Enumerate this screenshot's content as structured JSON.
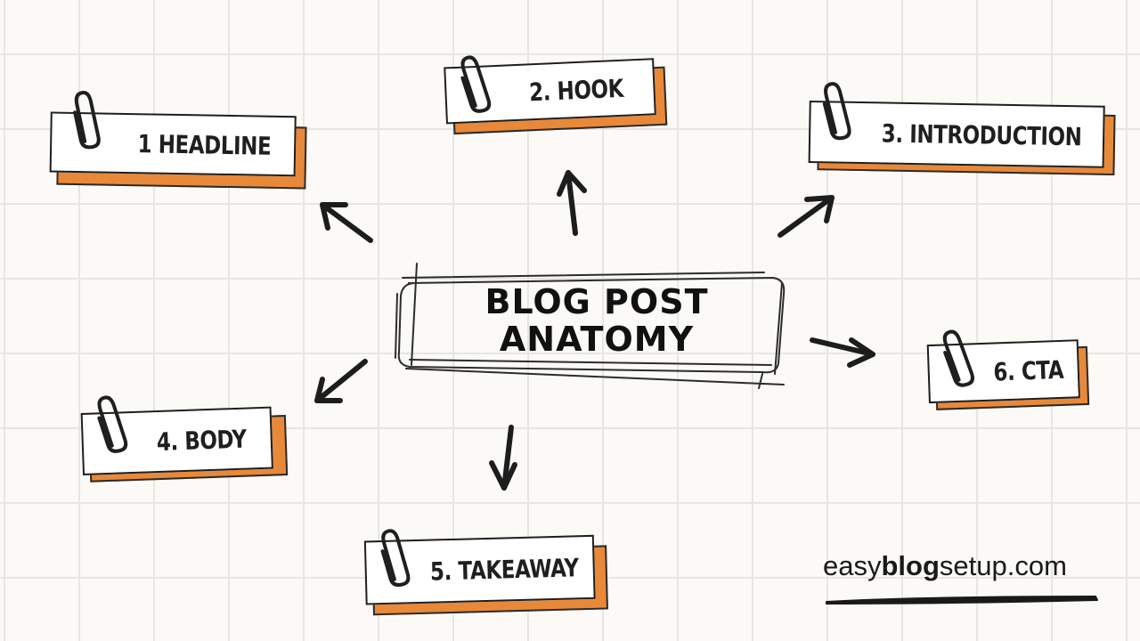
{
  "title": {
    "line1": "BLOG POST",
    "line2": "ANATOMY"
  },
  "steps": [
    {
      "id": "headline",
      "label": "1 HEADLINE"
    },
    {
      "id": "hook",
      "label": "2. HOOK"
    },
    {
      "id": "introduction",
      "label": "3. INTRODUCTION"
    },
    {
      "id": "body",
      "label": "4. BODY"
    },
    {
      "id": "takeaway",
      "label": "5. TAKEAWAY"
    },
    {
      "id": "cta",
      "label": "6. CTA"
    }
  ],
  "brand": {
    "prefix": "easy",
    "bold": "blog",
    "suffix": "setup.com"
  },
  "colors": {
    "accent": "#e8893a",
    "ink": "#1f1f1f",
    "background": "#fbfaf6",
    "grid": "#e7e6e2"
  }
}
